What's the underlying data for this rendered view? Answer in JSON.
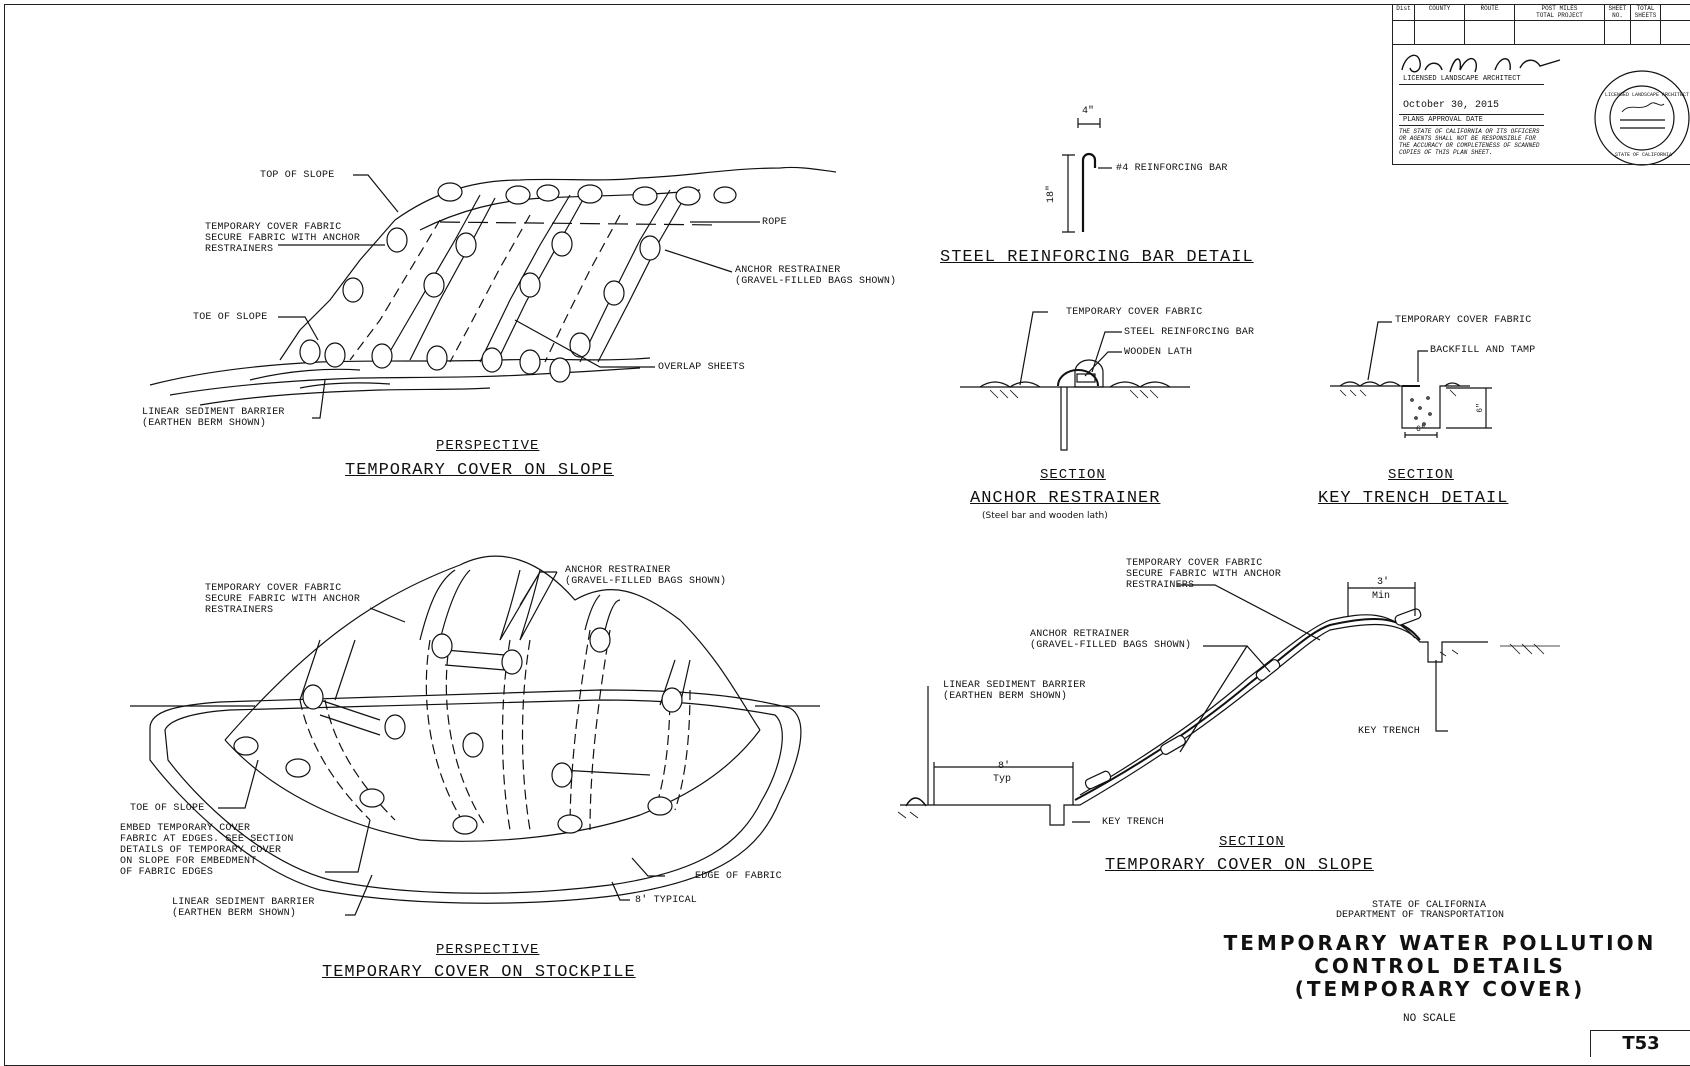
{
  "title_block": {
    "headers": [
      "Dist",
      "COUNTY",
      "ROUTE",
      "POST MILES\nTOTAL PROJECT",
      "SHEET\nNO.",
      "TOTAL\nSHEETS"
    ],
    "architect_label": "LICENSED LANDSCAPE ARCHITECT",
    "date": "October 30, 2015",
    "approval_label": "PLANS APPROVAL DATE",
    "disclaimer": "THE STATE OF CALIFORNIA OR ITS OFFICERS\nOR AGENTS SHALL NOT BE RESPONSIBLE FOR\nTHE ACCURACY OR COMPLETENESS OF SCANNED\nCOPIES OF THIS PLAN SHEET.",
    "seal_text": "LICENSED LANDSCAPE ARCHITECT",
    "seal_bottom": "STATE OF CALIFORNIA"
  },
  "slope": {
    "labels": {
      "top": "TOP OF SLOPE",
      "fabric": "TEMPORARY COVER FABRIC\nSECURE FABRIC WITH ANCHOR\nRESTRAINERS",
      "toe": "TOE OF SLOPE",
      "barrier": "LINEAR SEDIMENT BARRIER\n(EARTHEN BERM SHOWN)",
      "rope": "ROPE",
      "anchor": "ANCHOR RESTRAINER\n(GRAVEL-FILLED BAGS SHOWN)",
      "overlap": "OVERLAP SHEETS"
    },
    "caption_top": "PERSPECTIVE",
    "caption": "TEMPORARY COVER ON SLOPE"
  },
  "rebar": {
    "dim_4": "4\"",
    "dim_18": "18\"",
    "label": "#4 REINFORCING BAR",
    "caption": "STEEL REINFORCING BAR DETAIL"
  },
  "anchor": {
    "labels": {
      "fabric": "TEMPORARY COVER FABRIC",
      "bar": "STEEL REINFORCING BAR",
      "lath": "WOODEN LATH"
    },
    "caption_top": "SECTION",
    "caption": "ANCHOR RESTRAINER",
    "caption_sub": "(Steel bar and wooden lath)"
  },
  "key_trench": {
    "labels": {
      "fabric": "TEMPORARY COVER FABRIC",
      "backfill": "BACKFILL AND TAMP",
      "dim_6w": "6\"",
      "dim_6h": "6\""
    },
    "caption_top": "SECTION",
    "caption": "KEY TRENCH DETAIL"
  },
  "stockpile": {
    "labels": {
      "fabric": "TEMPORARY COVER FABRIC\nSECURE FABRIC WITH ANCHOR\nRESTRAINERS",
      "anchor": "ANCHOR RESTRAINER\n(GRAVEL-FILLED BAGS SHOWN)",
      "toe": "TOE OF SLOPE",
      "embed": "EMBED TEMPORARY COVER\nFABRIC AT EDGES. SEE SECTION\nDETAILS OF TEMPORARY COVER\nON SLOPE FOR EMBEDMENT\nOF FABRIC EDGES",
      "edge": "EDGE OF FABRIC",
      "typical": "8' TYPICAL",
      "barrier": "LINEAR SEDIMENT BARRIER\n(EARTHEN BERM SHOWN)"
    },
    "caption_top": "PERSPECTIVE",
    "caption": "TEMPORARY COVER ON STOCKPILE"
  },
  "section_slope": {
    "labels": {
      "fabric": "TEMPORARY COVER FABRIC\nSECURE FABRIC WITH ANCHOR\nRESTRAINERS",
      "anchor": "ANCHOR RETRAINER\n(GRAVEL-FILLED BAGS SHOWN)",
      "barrier": "LINEAR SEDIMENT BARRIER\n(EARTHEN BERM SHOWN)",
      "dim_3": "3'",
      "dim_min": "Min",
      "key_trench_upper": "KEY TRENCH",
      "dim_8": "8'",
      "dim_typ": "Typ",
      "key_trench_lower": "KEY TRENCH"
    },
    "caption_top": "SECTION",
    "caption": "TEMPORARY COVER ON SLOPE"
  },
  "sheet_title": {
    "agency_1": "STATE OF CALIFORNIA",
    "agency_2": "DEPARTMENT OF TRANSPORTATION",
    "line1": "TEMPORARY WATER POLLUTION",
    "line2": "CONTROL DETAILS",
    "line3": "(TEMPORARY COVER)",
    "scale": "NO SCALE",
    "sheet_id": "T53"
  }
}
